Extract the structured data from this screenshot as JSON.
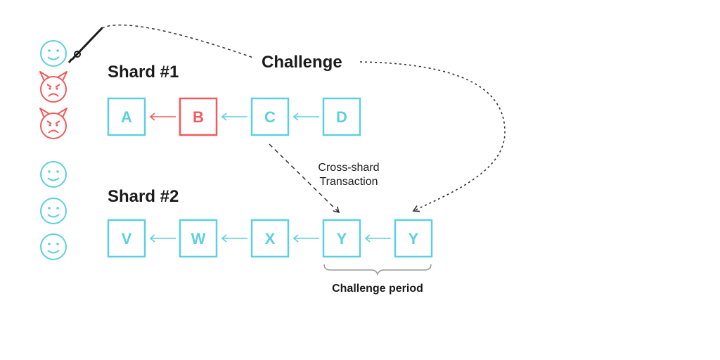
{
  "colors": {
    "honest": "#5ccfe0",
    "malicious": "#f05a5a",
    "text": "#1b1b1b",
    "dashed": "#333333"
  },
  "labels": {
    "challenge": "Challenge",
    "shard1": "Shard #1",
    "shard2": "Shard #2",
    "cross_line1": "Cross-shard",
    "cross_line2": "Transaction",
    "challenge_period": "Challenge period"
  },
  "validators": [
    {
      "type": "honest",
      "icon": "smiley-face-icon"
    },
    {
      "type": "malicious",
      "icon": "devil-face-icon"
    },
    {
      "type": "malicious",
      "icon": "devil-face-icon"
    },
    {
      "type": "honest",
      "icon": "smiley-face-icon"
    },
    {
      "type": "honest",
      "icon": "smiley-face-icon"
    },
    {
      "type": "honest",
      "icon": "smiley-face-icon"
    }
  ],
  "shard1_blocks": [
    {
      "label": "A",
      "status": "honest"
    },
    {
      "label": "B",
      "status": "malicious"
    },
    {
      "label": "C",
      "status": "honest"
    },
    {
      "label": "D",
      "status": "honest"
    }
  ],
  "shard2_blocks": [
    {
      "label": "V",
      "status": "honest"
    },
    {
      "label": "W",
      "status": "honest"
    },
    {
      "label": "X",
      "status": "honest"
    },
    {
      "label": "Y",
      "status": "honest"
    },
    {
      "label": "Y",
      "status": "honest"
    }
  ],
  "fishing_rod_icon": "fishing-rod-icon"
}
